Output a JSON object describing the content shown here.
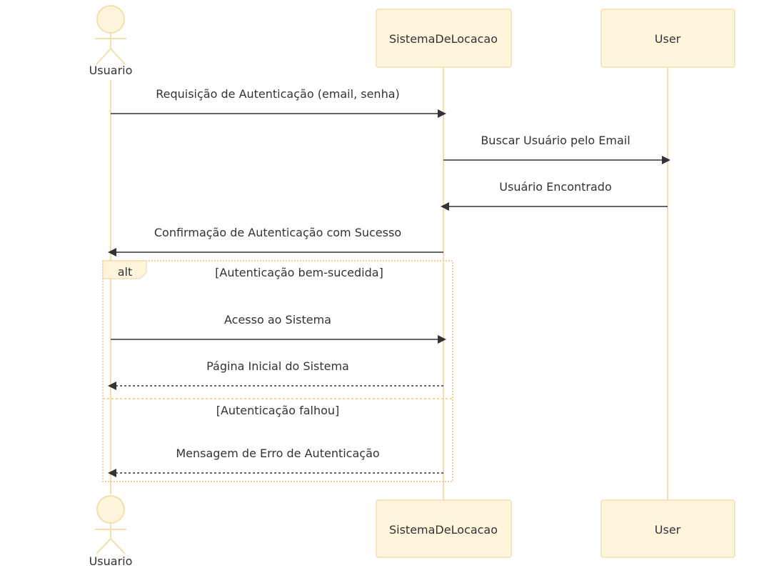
{
  "diagram": {
    "participants": {
      "usuario": "Usuario",
      "sistema": "SistemaDeLocacao",
      "user": "User"
    },
    "messages": {
      "m1": "Requisição de Autenticação (email, senha)",
      "m2": "Buscar Usuário pelo Email",
      "m3": "Usuário Encontrado",
      "m4": "Confirmação de Autenticação com Sucesso",
      "m5": "Acesso ao Sistema",
      "m6": "Página Inicial do Sistema",
      "m7": "Mensagem de Erro de Autenticação"
    },
    "alt": {
      "keyword": "alt",
      "condition_1": "[Autenticação bem-sucedida]",
      "condition_2": "[Autenticação falhou]"
    },
    "colors": {
      "box_fill": "#fff5dc",
      "box_stroke": "#f1dfae",
      "lifeline": "#f1dfae",
      "arrow": "#333333",
      "alt_border": "#f4cfa0"
    }
  }
}
